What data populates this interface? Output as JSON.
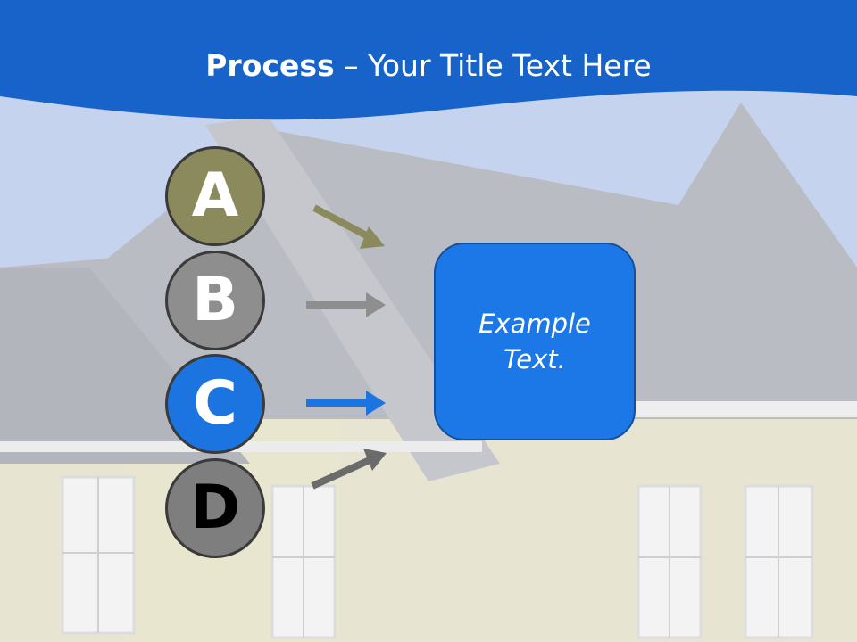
{
  "slide": {
    "title_bold": "Process",
    "title_rest": " – Your Title Text Here"
  },
  "steps": [
    {
      "letter": "A",
      "color": "#8b8a5c",
      "arrow_color": "#8b8a5c"
    },
    {
      "letter": "B",
      "color": "#8e8e8e",
      "arrow_color": "#8e8e8e"
    },
    {
      "letter": "C",
      "color": "#1b74e0",
      "arrow_color": "#1b74e0"
    },
    {
      "letter": "D",
      "color": "#7e7e7e",
      "arrow_color": "#6b6b6b"
    }
  ],
  "target": {
    "text": "Example Text.",
    "color": "#1b78e6"
  },
  "header": {
    "color": "#1763c9"
  }
}
